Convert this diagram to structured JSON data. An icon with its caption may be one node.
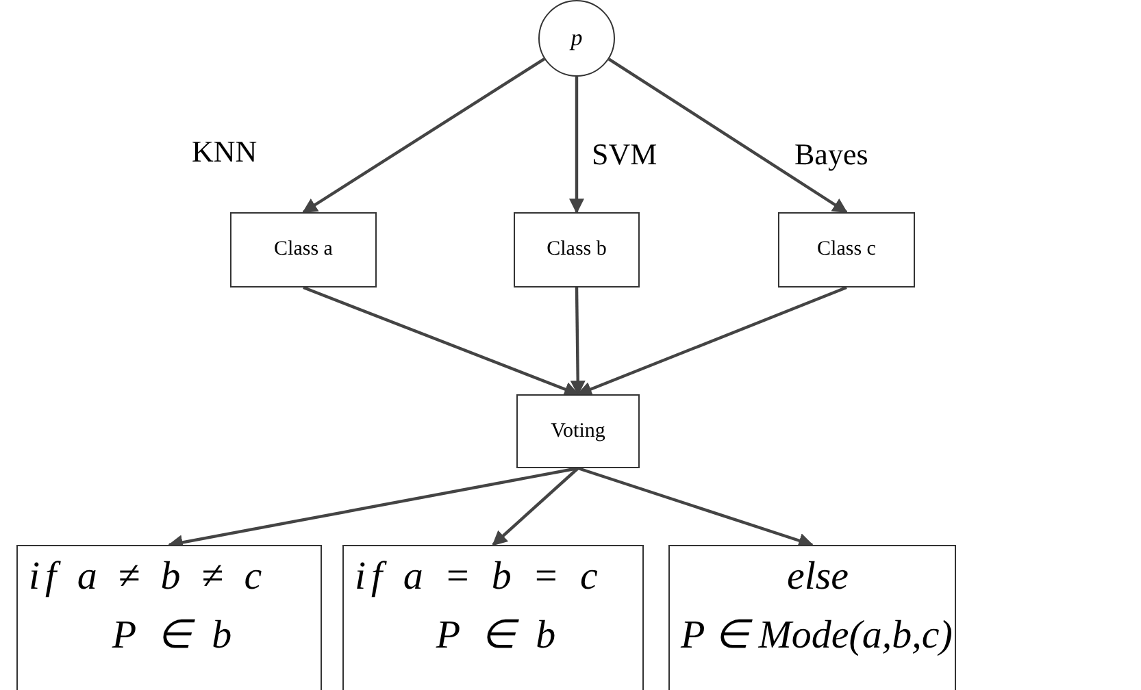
{
  "diagram": {
    "nodes": [
      {
        "text": [
          "p"
        ]
      },
      {
        "text": [
          "Class a"
        ]
      },
      {
        "text": [
          "Class b"
        ]
      },
      {
        "text": [
          "Class c"
        ]
      },
      {
        "text": [
          "Voting"
        ]
      },
      {
        "text": [
          "if a ≠ b ≠ c",
          "P ∈ b"
        ]
      },
      {
        "text": [
          "if a = b = c",
          "P ∈ b"
        ]
      },
      {
        "text": [
          "else",
          "P ∈ Mode(a,b,c)"
        ]
      }
    ],
    "edges": [
      {
        "from": 0,
        "to": 1,
        "arrow": "to",
        "label": "KNN"
      },
      {
        "from": 0,
        "to": 2,
        "arrow": "to",
        "label": "SVM"
      },
      {
        "from": 0,
        "to": 3,
        "arrow": "to",
        "label": "Bayes"
      },
      {
        "from": 1,
        "to": 4,
        "arrow": "to"
      },
      {
        "from": 2,
        "to": 4,
        "arrow": "to"
      },
      {
        "from": 3,
        "to": 4,
        "arrow": "to"
      },
      {
        "from": 4,
        "to": 5,
        "arrow": "to"
      },
      {
        "from": 4,
        "to": 6,
        "arrow": "to"
      },
      {
        "from": 4,
        "to": 7,
        "arrow": "to"
      }
    ]
  }
}
